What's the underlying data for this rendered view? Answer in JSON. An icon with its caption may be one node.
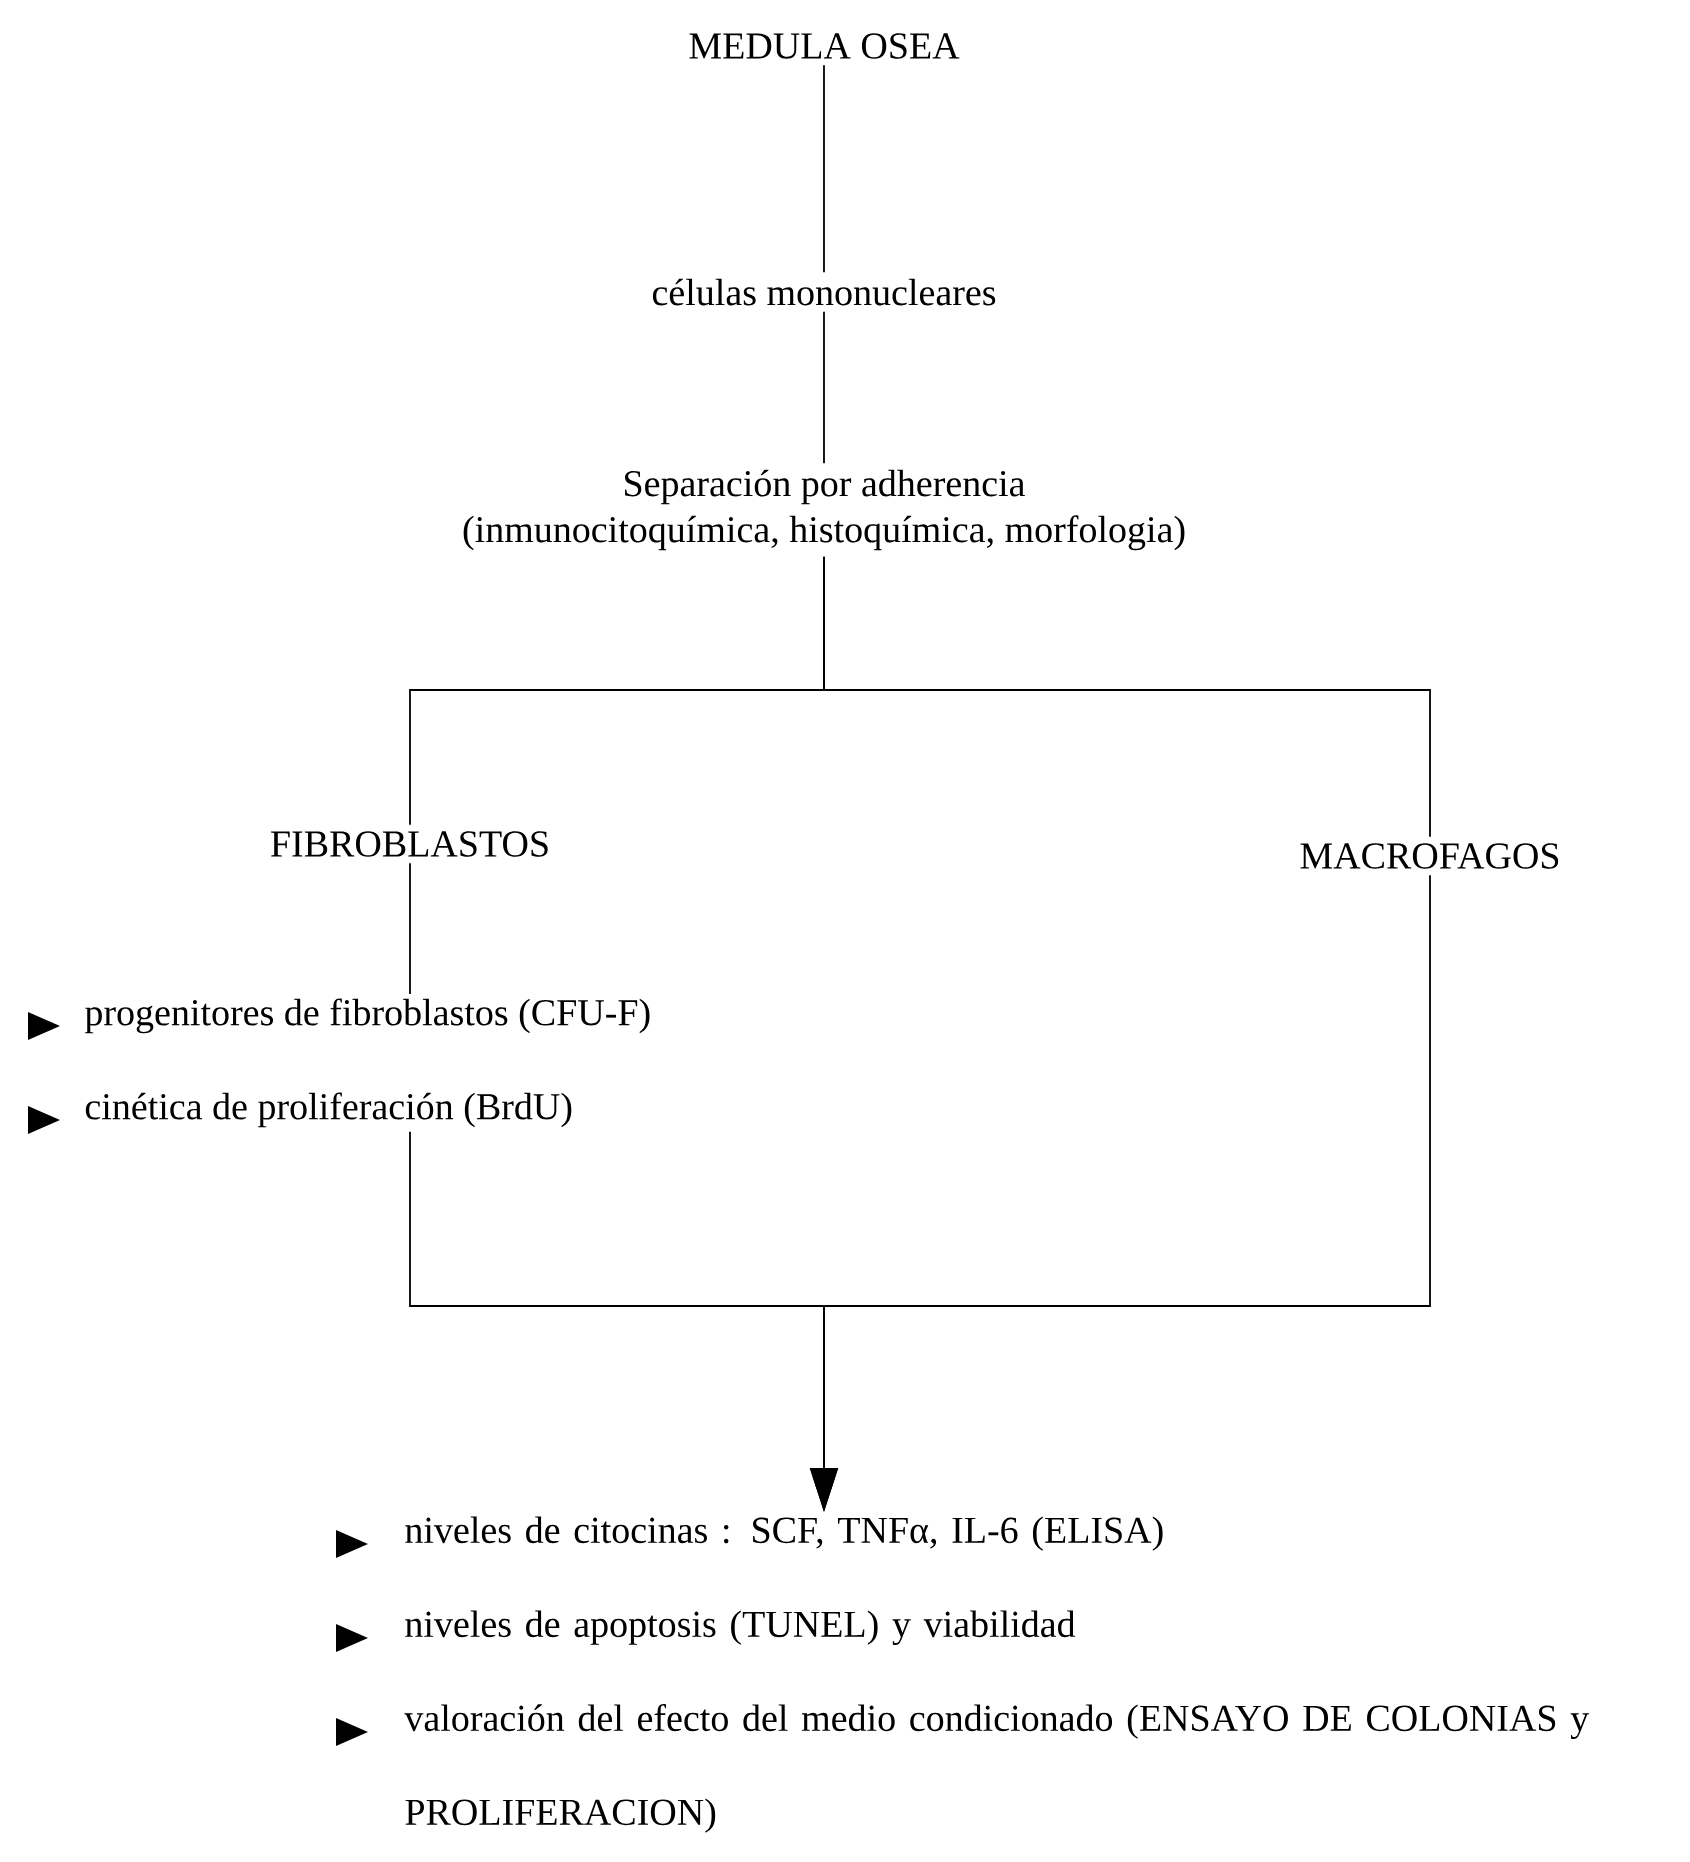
{
  "diagram": {
    "nodes": [
      {
        "text": [
          "MEDULA OSEA"
        ]
      },
      {
        "text": [
          "células mononucleares"
        ]
      },
      {
        "text": [
          "Separación por adherencia",
          "(inmunocitoquímica, histoquímica, morfologia)"
        ]
      },
      {
        "text": [
          "FIBROBLASTOS"
        ]
      },
      {
        "text": [
          "MACROFAGOS"
        ]
      },
      {
        "text": [
          "progenitores de fibroblastos (CFU-F)",
          "cinética de proliferación (BrdU)"
        ]
      },
      {
        "text": [
          "niveles de citocinas : SCF, TNFα, IL-6 (ELISA)",
          "niveles de apoptosis (TUNEL) y viabilidad",
          "valoración del efecto del medio condicionado (ENSAYO DE COLONIAS y PROLIFERACION)"
        ]
      }
    ],
    "edges": [
      {
        "from": 0,
        "to": 1,
        "arrow": "none"
      },
      {
        "from": 1,
        "to": 2,
        "arrow": "none"
      },
      {
        "from": 2,
        "to": 3,
        "arrow": "none"
      },
      {
        "from": 2,
        "to": 4,
        "arrow": "none"
      },
      {
        "from": 3,
        "to": 5,
        "arrow": "none"
      },
      {
        "from": 5,
        "to": 6,
        "arrow": "to"
      },
      {
        "from": 4,
        "to": 6,
        "arrow": "to"
      }
    ]
  }
}
